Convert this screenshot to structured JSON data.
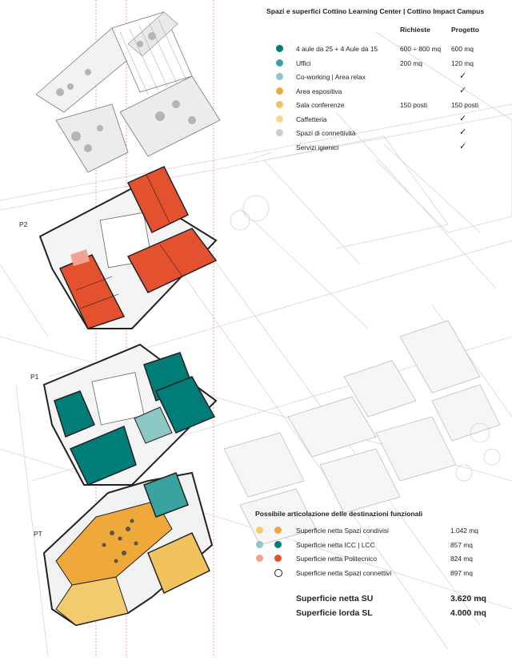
{
  "colors": {
    "teal_dark": "#007d78",
    "teal_mid": "#3aa39f",
    "teal_light": "#8cc8c6",
    "red": "#e3512e",
    "red_light": "#f2a291",
    "orange": "#efa93a",
    "yellow": "#f2cb6e",
    "yellow_light": "#f7d98c",
    "grey": "#cccccc"
  },
  "legend": {
    "title": "Spazi e superfici Cottino Learning Center | Cottino Impact Campus",
    "col_required": "Richieste",
    "col_project": "Progetto",
    "rows": [
      {
        "label": "4 aule da 25 + 4 Aule da 15",
        "required": "600 ÷ 800 mq",
        "project": "600 mq",
        "check": false,
        "color": "#007d78"
      },
      {
        "label": "Uffici",
        "required": "200 mq",
        "project": "120 mq",
        "check": false,
        "color": "#3aa39f"
      },
      {
        "label": "Co-working | Area relax",
        "required": "",
        "project": "",
        "check": true,
        "color": "#8cc8c6"
      },
      {
        "label": "Area espositiva",
        "required": "",
        "project": "",
        "check": true,
        "color": "#efa93a"
      },
      {
        "label": "Sala conferenze",
        "required": "150 posti",
        "project": "150 posti",
        "check": false,
        "color": "#f2c25c"
      },
      {
        "label": "Caffetteria",
        "required": "",
        "project": "",
        "check": true,
        "color": "#f7d98c"
      },
      {
        "label": "Spazi di connettività",
        "required": "",
        "project": "",
        "check": true,
        "color": "#cccccc"
      },
      {
        "label": "Servizi igienici",
        "required": "",
        "project": "",
        "check": true,
        "color": ""
      }
    ],
    "check_symbol": "✓"
  },
  "floors": {
    "p2": "P2",
    "p1": "P1",
    "pt": "PT"
  },
  "functions": {
    "title": "Possibile articolazione delle destinazioni funzionali",
    "rows": [
      {
        "label": "Superficie netta Spazi condivisi",
        "value": "1.042 mq",
        "color_a": "#f2cb6e",
        "color_b": "#efa93a"
      },
      {
        "label": "Superficie netta ICC | LCC",
        "value": "857 mq",
        "color_a": "#8cc8c6",
        "color_b": "#007d78"
      },
      {
        "label": "Superficie netta Politecnico",
        "value": "824 mq",
        "color_a": "#f2a291",
        "color_b": "#e3512e"
      },
      {
        "label": "Superficie netta Spazi connettivi",
        "value": "897 mq",
        "color_a": "",
        "color_b": "outline"
      }
    ],
    "su_label": "Superficie netta SU",
    "su_value": "3.620 mq",
    "sl_label": "Superficie lorda SL",
    "sl_value": "4.000 mq"
  }
}
